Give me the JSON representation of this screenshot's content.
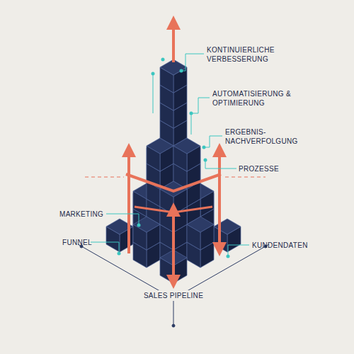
{
  "diagram": {
    "labels": [
      "KONTINUIERLICHE VERBESSERUNG",
      "AUTOMATISIERUNG & OPTIMIERUNG",
      "ERGEBNIS- NACHVERFOLGUNG",
      "PROZESSE",
      "MARKETING",
      "FUNNEL",
      "KUNDENDATEN",
      "SALES PIPELINE"
    ]
  }
}
